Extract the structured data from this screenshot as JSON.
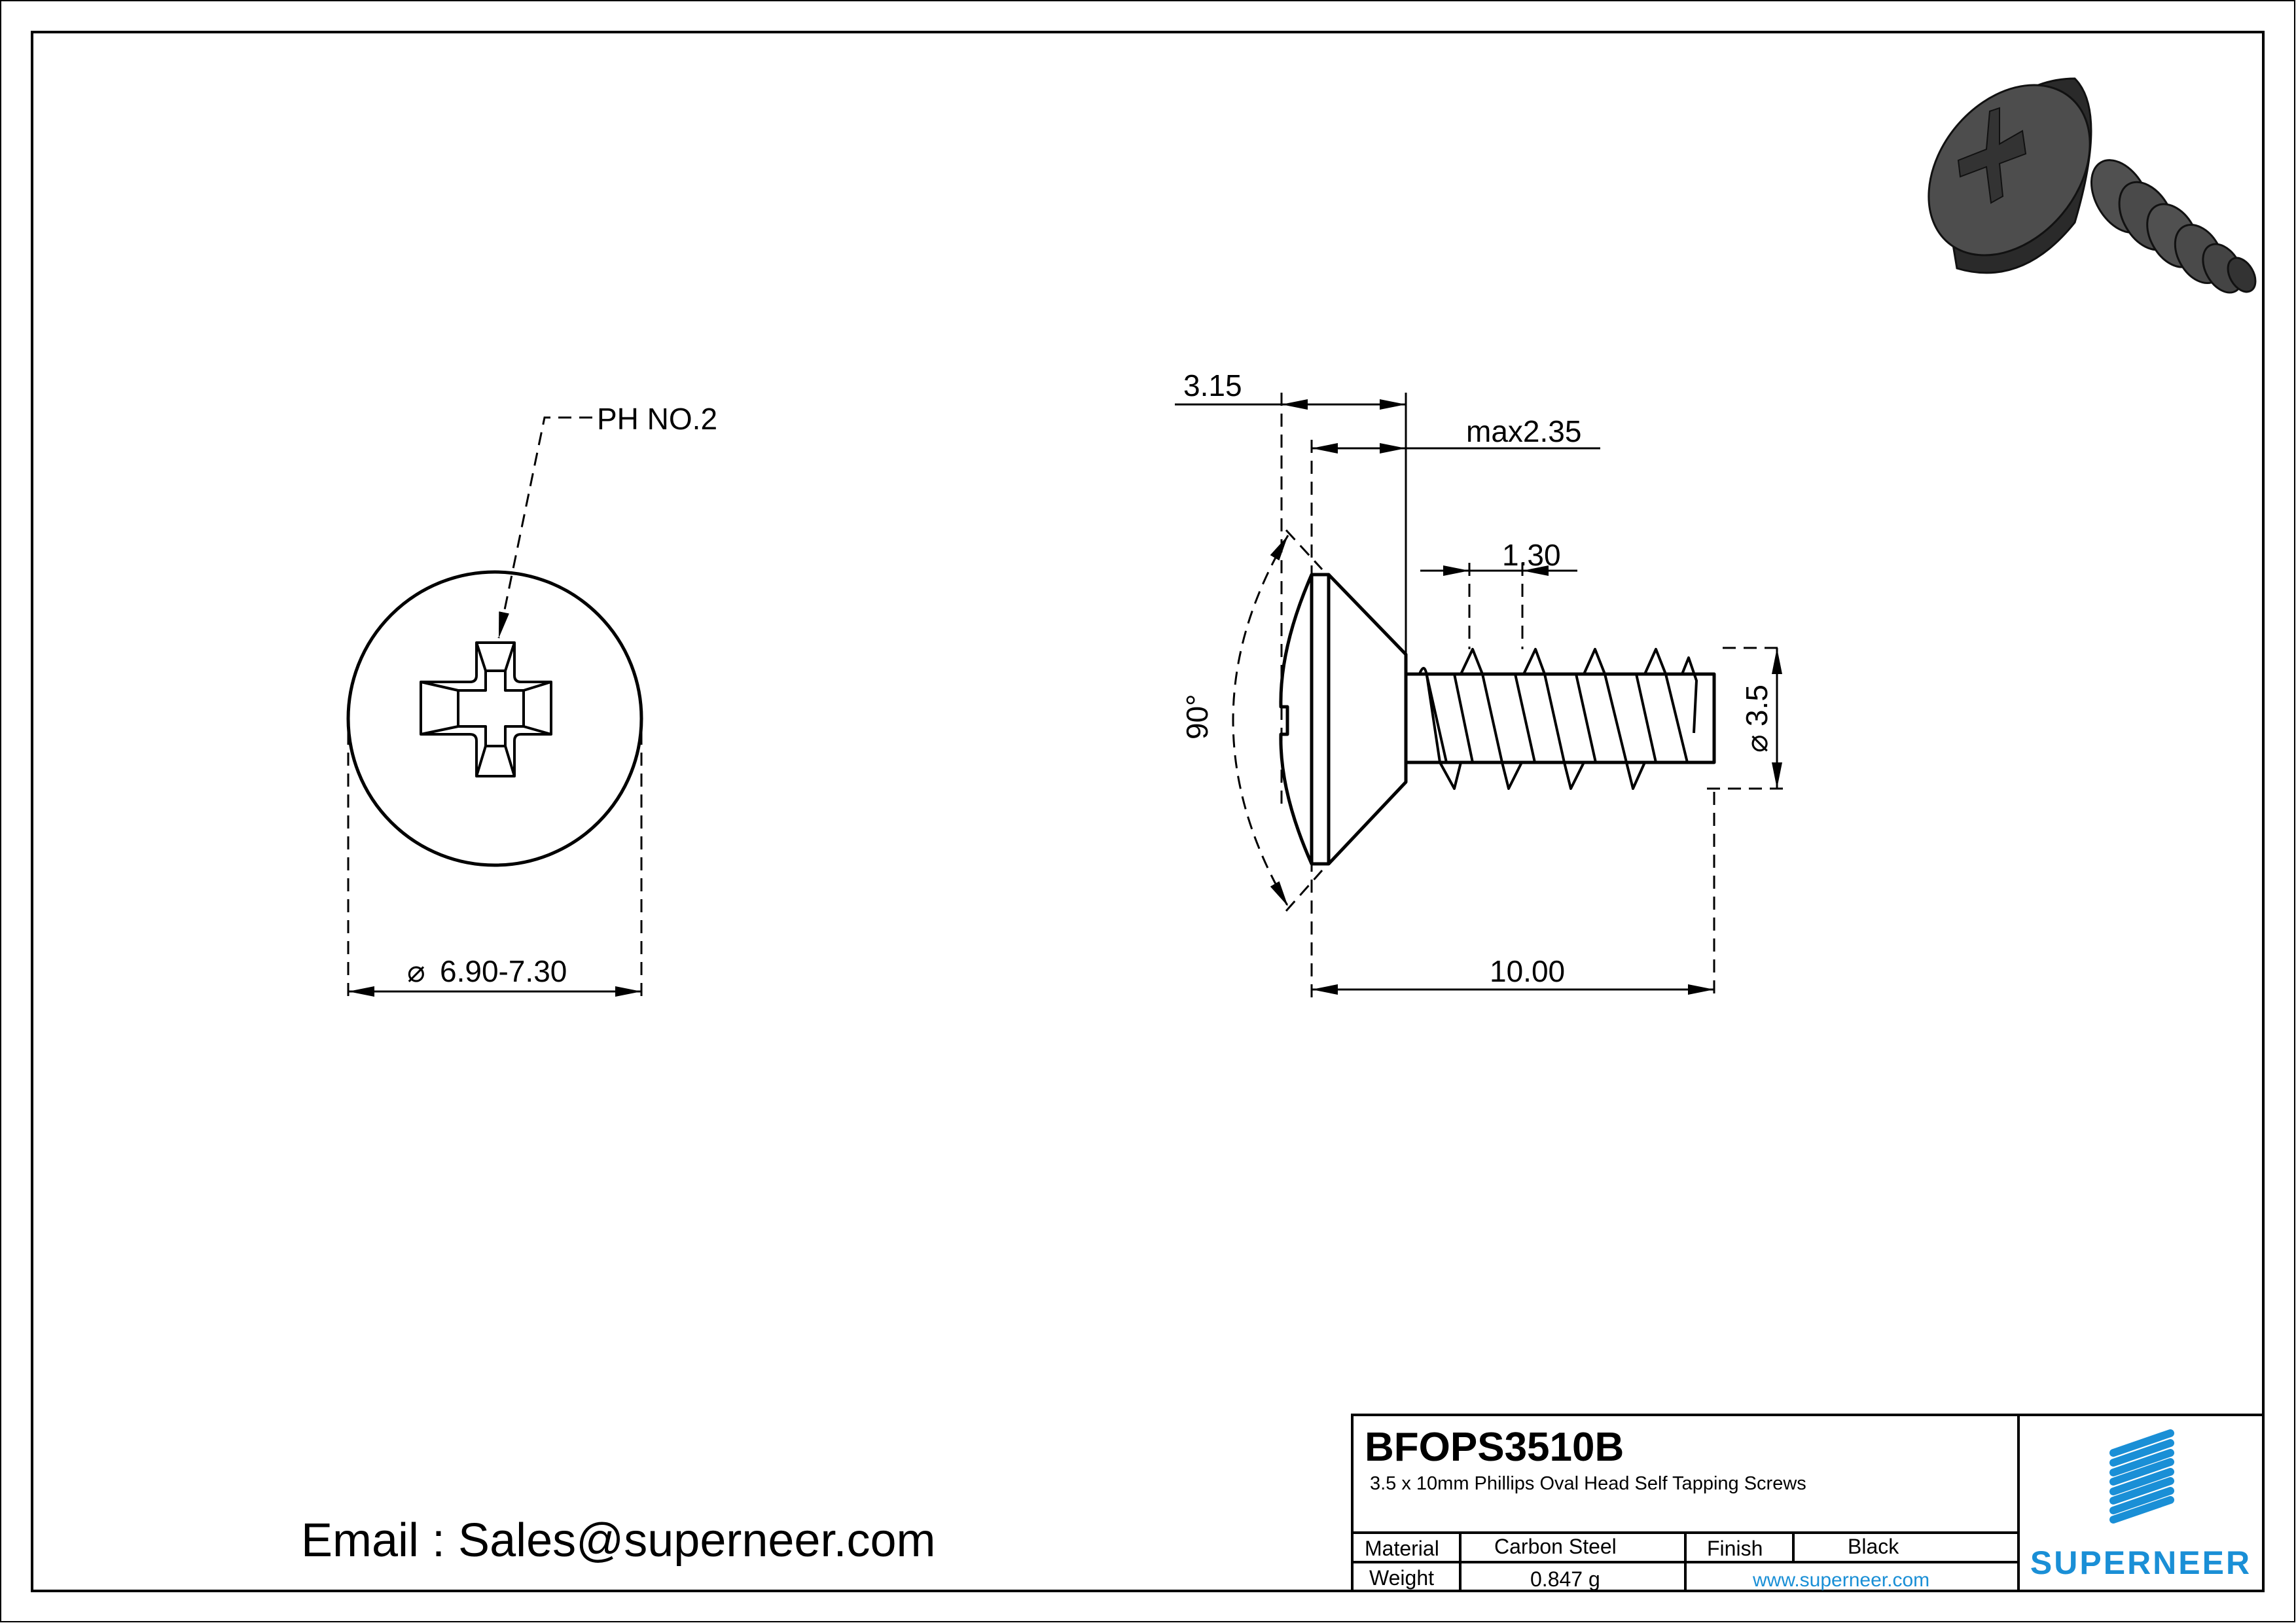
{
  "drawing": {
    "head_view": {
      "callout": "PH NO.2",
      "diameter_symbol": "⌀",
      "diameter_dim": "6.90-7.30"
    },
    "side_view": {
      "dims": {
        "head_height": "3.15",
        "countersink_depth": "max2.35",
        "thread_pitch": "1.30",
        "angle": "90°",
        "thread_diameter_symbol": "⌀",
        "thread_diameter": "3.5",
        "length": "10.00"
      }
    },
    "render_3d": {
      "description": "Black Phillips oval head self tapping screw isometric render",
      "color": "#3a3a3a"
    }
  },
  "contact": {
    "email_text": "Email : Sales@superneer.com"
  },
  "title_block": {
    "part_number": "BFOPS3510B",
    "description": "3.5 x 10mm Phillips Oval Head Self Tapping Screws",
    "rows": [
      {
        "label": "Material",
        "value": "Carbon Steel",
        "label2": "Finish",
        "value2": "Black"
      },
      {
        "label": "Weight",
        "value": "0.847 g",
        "link": "www.superneer.com"
      }
    ],
    "logo": {
      "name": "SUPERNEER",
      "color": "#1a8fd6"
    }
  },
  "colors": {
    "line": "#000000",
    "brand": "#1a8fd6",
    "background": "#ffffff"
  }
}
